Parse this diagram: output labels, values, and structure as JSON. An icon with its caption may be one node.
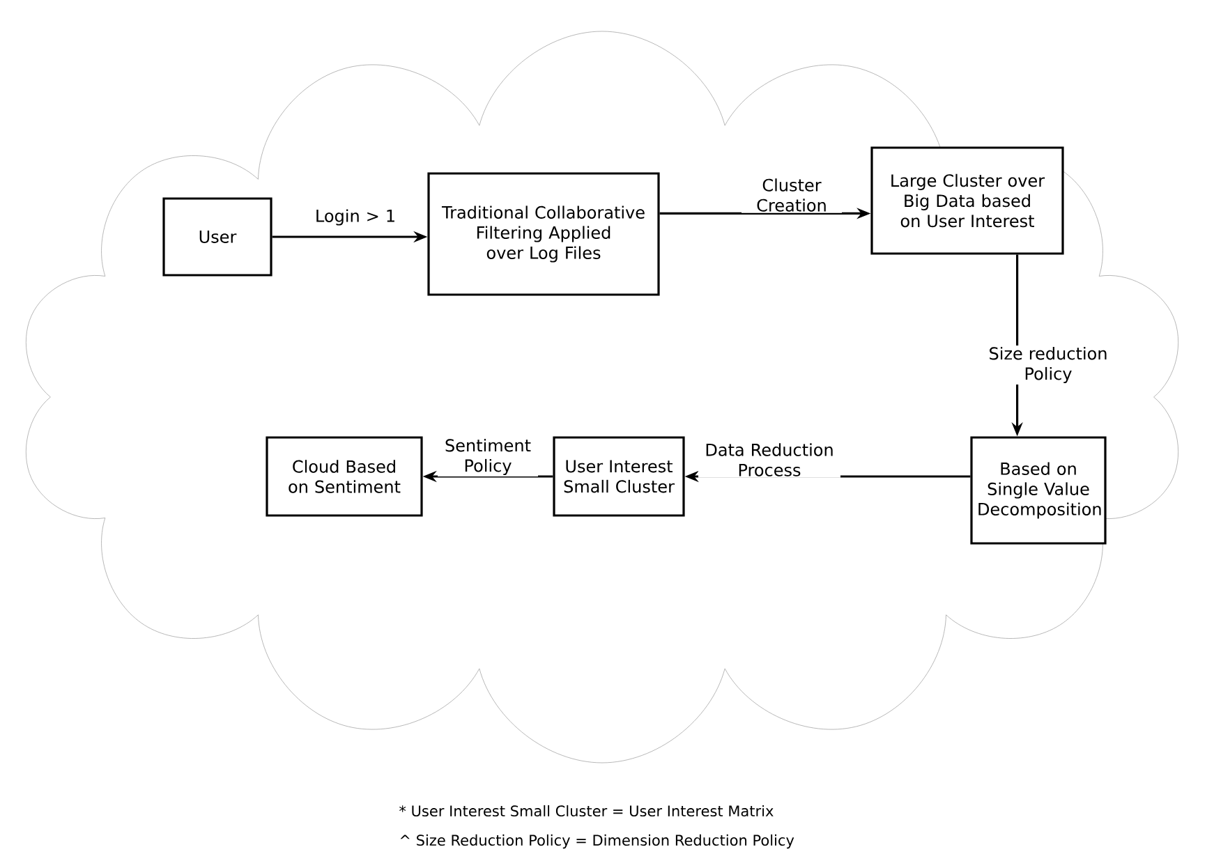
{
  "diagram": {
    "nodes": [
      {
        "text": [],
        "shape": "cloud"
      },
      {
        "text": [
          "User"
        ],
        "in": 0
      },
      {
        "text": [
          "Traditional Collaborative Filtering Applied over Log Files"
        ],
        "in": 0
      },
      {
        "text": [
          "Large Cluster over Big Data based on User Interest"
        ],
        "in": 0
      },
      {
        "text": [
          "Based on Single Value Decomposition"
        ],
        "in": 0
      },
      {
        "text": [
          "User Interest Small Cluster"
        ],
        "in": 0
      },
      {
        "text": [
          "Cloud Based on Sentiment"
        ],
        "in": 0
      }
    ],
    "edges": [
      {
        "from": 1,
        "to": 2,
        "arrow": "to",
        "label": "Login > 1"
      },
      {
        "from": 2,
        "to": 3,
        "arrow": "to",
        "label": "Cluster Creation"
      },
      {
        "from": 3,
        "to": 4,
        "arrow": "to",
        "label": "Size reduction Policy"
      },
      {
        "from": 4,
        "to": 5,
        "arrow": "to",
        "label": "Data Reduction Process"
      },
      {
        "from": 5,
        "to": 6,
        "arrow": "to",
        "label": "Sentiment Policy"
      }
    ],
    "labels": [
      "*  User Interest Small Cluster = User Interest Matrix",
      "^ Size Reduction Policy = Dimension Reduction Policy"
    ]
  }
}
